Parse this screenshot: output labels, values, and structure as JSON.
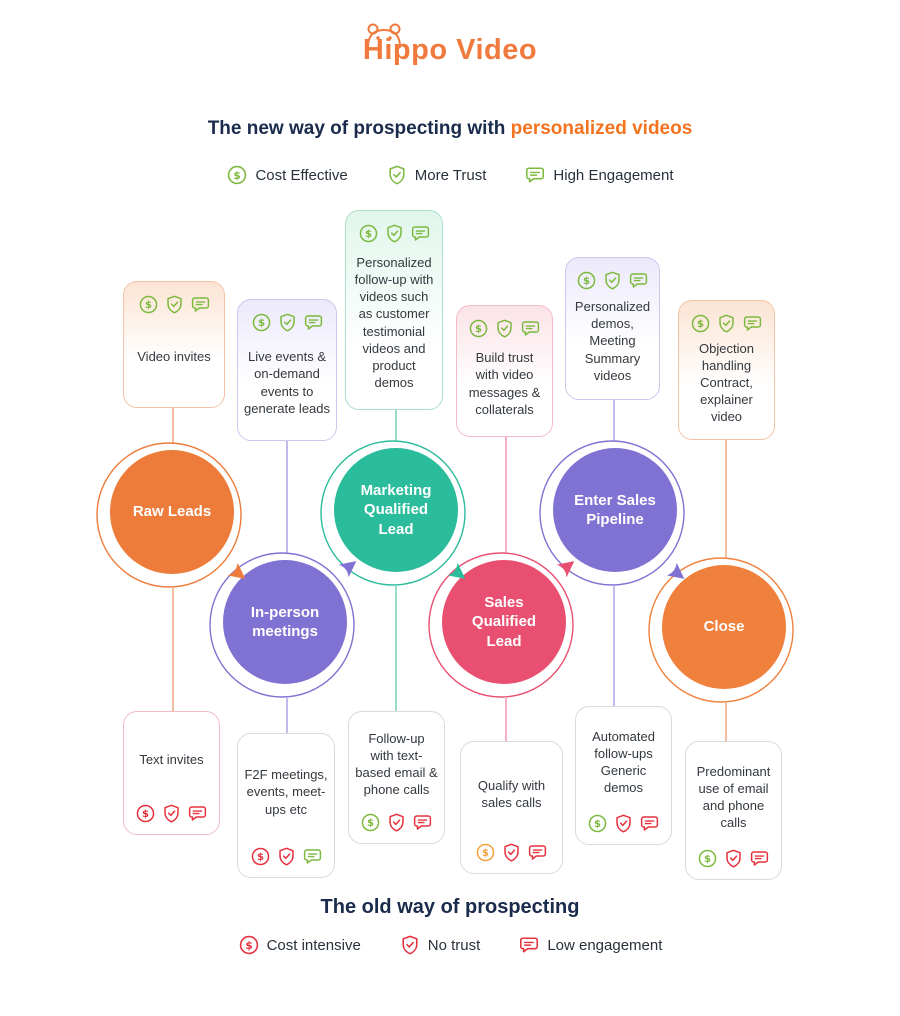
{
  "logo": {
    "text": "Hippo Video"
  },
  "colors": {
    "highlight": "#F4731F",
    "title": "#1A2B4C",
    "new_icon_green": "#7CB93E",
    "old_icon_red": "#E6303C"
  },
  "icons": {
    "dollar-icon": "dollar sign in circle",
    "shield-check-icon": "shield with checkmark",
    "chat-icon": "speech bubble with lines",
    "flow-arrow-icon": "triangle arrowhead"
  },
  "new_way": {
    "title_prefix": "The new way of prospecting with ",
    "title_highlight": "personalized videos",
    "legend": [
      {
        "icon": "dollar-icon",
        "label": "Cost Effective",
        "color": "#7CB93E"
      },
      {
        "icon": "shield-check-icon",
        "label": "More Trust",
        "color": "#7CB93E"
      },
      {
        "icon": "chat-icon",
        "label": "High Engagement",
        "color": "#7CB93E"
      }
    ]
  },
  "old_way": {
    "title": "The old way of prospecting",
    "legend": [
      {
        "icon": "dollar-icon",
        "label": "Cost intensive",
        "color": "#E6303C"
      },
      {
        "icon": "shield-check-icon",
        "label": "No trust",
        "color": "#E6303C"
      },
      {
        "icon": "chat-icon",
        "label": "Low engagement",
        "color": "#E6303C"
      }
    ]
  },
  "stages": [
    {
      "name": "Raw Leads",
      "color": "#ED7C3B",
      "new_card": {
        "text": "Video invites",
        "icon_colors": [
          "#7CB93E",
          "#7CB93E",
          "#7CB93E"
        ]
      },
      "old_card": {
        "text": "Text invites",
        "icon_colors": [
          "#E6303C",
          "#E6303C",
          "#E6303C"
        ]
      }
    },
    {
      "name": "In-person meetings",
      "color": "#7F72D2",
      "new_card": {
        "text": "Live events & on-demand events to generate leads",
        "icon_colors": [
          "#7CB93E",
          "#7CB93E",
          "#7CB93E"
        ]
      },
      "old_card": {
        "text": "F2F meetings, events, meet-ups etc",
        "icon_colors": [
          "#E6303C",
          "#E6303C",
          "#7CB93E"
        ]
      }
    },
    {
      "name": "Marketing Qualified Lead",
      "color": "#2BBC9B",
      "new_card": {
        "text": "Personalized follow-up with videos such as customer testimonial videos and product demos",
        "icon_colors": [
          "#7CB93E",
          "#7CB93E",
          "#7CB93E"
        ]
      },
      "old_card": {
        "text": "Follow-up with text-based email & phone calls",
        "icon_colors": [
          "#7CB93E",
          "#E6303C",
          "#E6303C"
        ]
      }
    },
    {
      "name": "Sales Qualified Lead",
      "color": "#E94F70",
      "new_card": {
        "text": "Build trust with video messages & collaterals",
        "icon_colors": [
          "#7CB93E",
          "#7CB93E",
          "#7CB93E"
        ]
      },
      "old_card": {
        "text": "Qualify with sales calls",
        "icon_colors": [
          "#F2A33C",
          "#E6303C",
          "#E6303C"
        ]
      }
    },
    {
      "name": "Enter Sales Pipeline",
      "color": "#7F72D2",
      "new_card": {
        "text": "Personalized demos, Meeting Summary videos",
        "icon_colors": [
          "#7CB93E",
          "#7CB93E",
          "#7CB93E"
        ]
      },
      "old_card": {
        "text": "Automated follow-ups Generic demos",
        "icon_colors": [
          "#7CB93E",
          "#E6303C",
          "#E6303C"
        ]
      }
    },
    {
      "name": "Close",
      "color": "#F0813C",
      "new_card": {
        "text": "Objection handling Contract, explainer video",
        "icon_colors": [
          "#7CB93E",
          "#7CB93E",
          "#7CB93E"
        ]
      },
      "old_card": {
        "text": "Predominant use of email and phone calls",
        "icon_colors": [
          "#7CB93E",
          "#E6303C",
          "#E6303C"
        ]
      }
    }
  ]
}
